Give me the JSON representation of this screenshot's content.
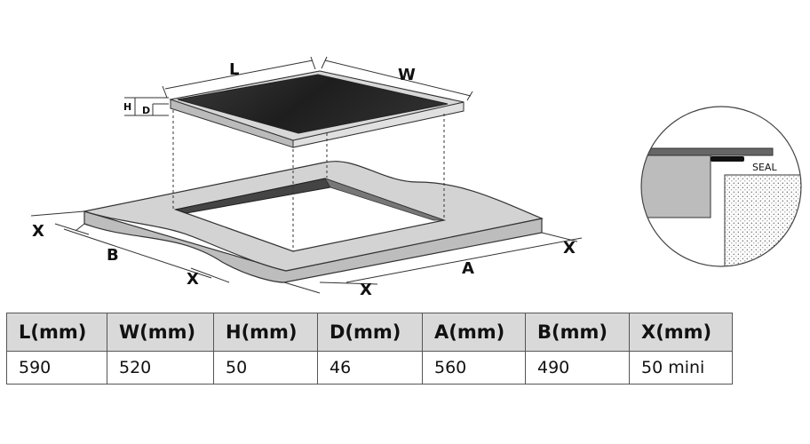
{
  "diagram": {
    "labels": {
      "L": "L",
      "W": "W",
      "H": "H",
      "D": "D",
      "A": "A",
      "B": "B",
      "X_left": "X",
      "X_right": "X",
      "X_bottom_left": "X",
      "X_bottom_mid": "X",
      "seal": "SEAL"
    }
  },
  "table": {
    "headers": [
      "L(mm)",
      "W(mm)",
      "H(mm)",
      "D(mm)",
      "A(mm)",
      "B(mm)",
      "X(mm)"
    ],
    "values": [
      "590",
      "520",
      "50",
      "46",
      "560",
      "490",
      "50 mini"
    ]
  }
}
